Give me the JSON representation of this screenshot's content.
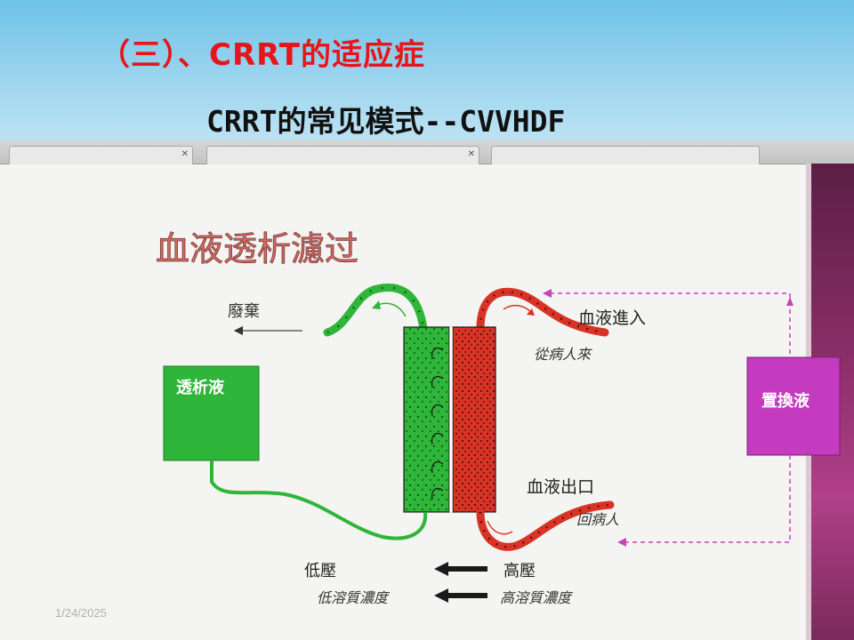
{
  "slide": {
    "title": "（三）、CRRT的适应症",
    "subtitle": "CRRT的常见模式--CVVHDF",
    "date": "1/24/2025"
  },
  "diagram": {
    "heading": "血液透析濾过",
    "waste_label": "廢棄",
    "dialysate_label": "透析液",
    "replacement_label": "置換液",
    "blood_in_label": "血液進入",
    "blood_in_sub": "從病人來",
    "blood_out_label": "血液出口",
    "blood_out_sub": "回病人",
    "low_pressure": "低壓",
    "high_pressure": "高壓",
    "low_concentration": "低溶質濃度",
    "high_concentration": "高溶質濃度",
    "colors": {
      "dialysate_green": "#2fb53a",
      "blood_red": "#d93326",
      "replacement_magenta": "#c43bc0",
      "heading_red": "#d06a64"
    }
  }
}
